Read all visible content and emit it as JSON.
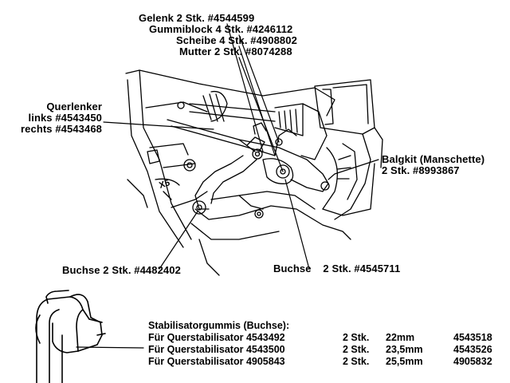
{
  "labels": {
    "gelenk": "Gelenk      2 Stk. #4544599",
    "gummiblock": "Gummiblock 4 Stk.    #4246112",
    "scheibe": "Scheibe 4 Stk. #4908802",
    "mutter": "Mutter 2 Stk. #8074288",
    "querlenker": [
      "Querlenker",
      "links #4543450",
      "rechts #4543468"
    ],
    "balgkit": [
      "Balgkit (Manschette)",
      "2 Stk. #8993867"
    ],
    "buchse_left": "Buchse 2 Stk. #4482402",
    "buchse_right": "Buchse    2 Stk. #4545711"
  },
  "stabilisator": {
    "title": "Stabilisatorgummis (Buchse):",
    "rows": [
      {
        "name": "Für Querstabilisator 4543492",
        "qty": "2 Stk.",
        "size": "22mm",
        "art": "4543518"
      },
      {
        "name": "Für Querstabilisator 4543500",
        "qty": "2 Stk.",
        "size": "23,5mm",
        "art": "4543526"
      },
      {
        "name": "Für Querstabilisator 4905843",
        "qty": "2 Stk.",
        "size": "25,5mm",
        "art": "4905832"
      }
    ]
  },
  "colors": {
    "ink": "#000000",
    "background": "#ffffff"
  }
}
